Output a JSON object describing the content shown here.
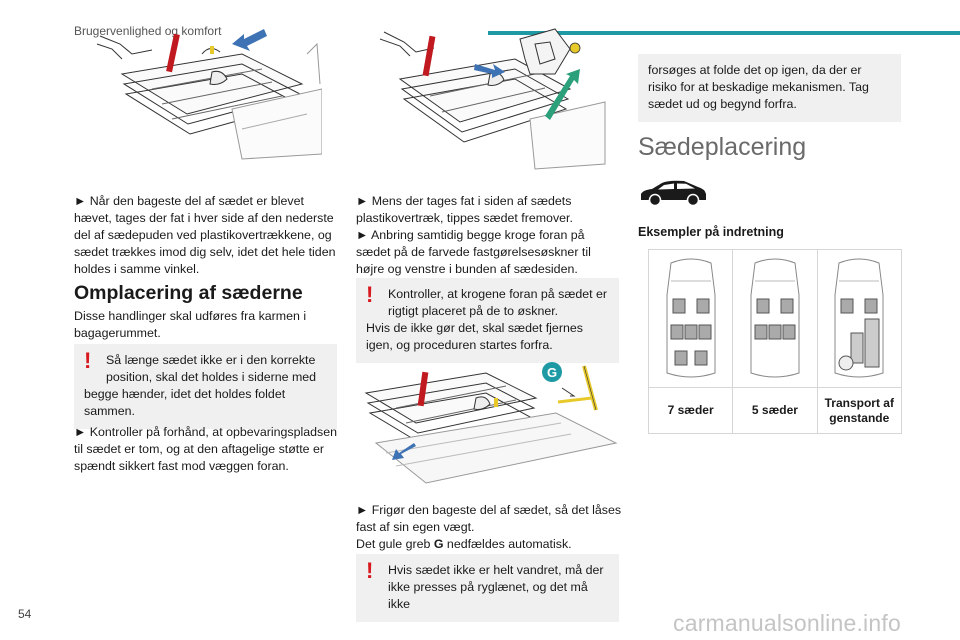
{
  "header": {
    "section_title": "Brugervenlighed og komfort",
    "accent_color": "#1e9aa5"
  },
  "footer": {
    "page_number": "54",
    "watermark": "carmanualsonline.info"
  },
  "column1": {
    "step1": "► Når den bageste del af sædet er blevet hævet, tages der fat i hver side af den nederste del af sædepuden ved plastikovertrækkene, og sædet trækkes imod dig selv, idet det hele tiden holdes i samme vinkel.",
    "heading": "Omplacering af sæderne",
    "intro": "Disse handlinger skal udføres fra karmen i bagagerummet.",
    "warning": {
      "first": "Så længe sædet ikke er i den korrekte position, skal det holdes i siderne med",
      "rest": "begge hænder, idet det holdes foldet sammen."
    },
    "step2": "► Kontroller på forhånd, at opbevaringspladsen til sædet er tom, og at den aftagelige støtte er spændt sikkert fast mod væggen foran."
  },
  "column2": {
    "step1": "► Mens der tages fat i siden af sædets plastikovertræk, tippes sædet fremover.",
    "step2": "► Anbring samtidig begge kroge foran på sædet på de farvede fastgørelsesøskner til højre og venstre i bunden af sædesiden.",
    "warning": {
      "first": "Kontroller, at krogene foran på sædet er rigtigt placeret på de to øskner.",
      "rest": "Hvis de ikke gør det, skal sædet fjernes igen, og proceduren startes forfra."
    },
    "figure_label": "G",
    "step3": "► Frigør den bageste del af sædet, så det låses fast af sin egen vægt.",
    "note_before": "Det gule greb ",
    "note_bold": "G",
    "note_after": " nedfældes automatisk.",
    "warning2": {
      "first": "Hvis sædet ikke er helt vandret, må der",
      "rest": "ikke presses på ryglænet, og det må ikke"
    }
  },
  "column3": {
    "cont_warning": "forsøges at folde det op igen, da der er risiko for at beskadige mekanismen. Tag sædet ud og begynd forfra.",
    "heading": "Sædeplacering",
    "subheading": "Eksempler på indretning",
    "layouts": [
      {
        "label": "7 sæder"
      },
      {
        "label": "5 sæder"
      },
      {
        "label": "Transport af genstande"
      }
    ]
  },
  "colors": {
    "warning_mark": "#d7191f",
    "warning_bg": "#f0f0f0",
    "arrow_blue": "#3d72b4",
    "hook_green": "#2ba07b",
    "handle_yellow": "#e8c92a",
    "seat_red": "#c0191f"
  }
}
